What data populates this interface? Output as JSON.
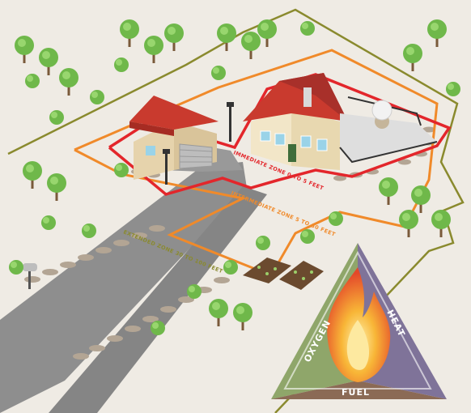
{
  "zones": {
    "immediate": "IMMEDIATE ZONE 0 TO 5 FEET",
    "intermediate": "INTERMEDIATE ZONE 5 TO 30 FEET",
    "extended": "EXTENDED ZONE 30 TO 100 FEET"
  },
  "fire_triangle": {
    "oxygen": "OXYGEN",
    "heat": "HEAT",
    "fuel": "FUEL"
  },
  "colors": {
    "background": "#efebe4",
    "extended_zone": "#8a8a2e",
    "intermediate_zone": "#f08a2a",
    "immediate_zone": "#e3262b",
    "road": "#8c8c8c",
    "oxygen_side": "#8fa66a",
    "heat_side": "#7f7399",
    "fuel_side": "#8b6a55",
    "roof": "#c93a2e",
    "tree": "#6fb84a"
  }
}
